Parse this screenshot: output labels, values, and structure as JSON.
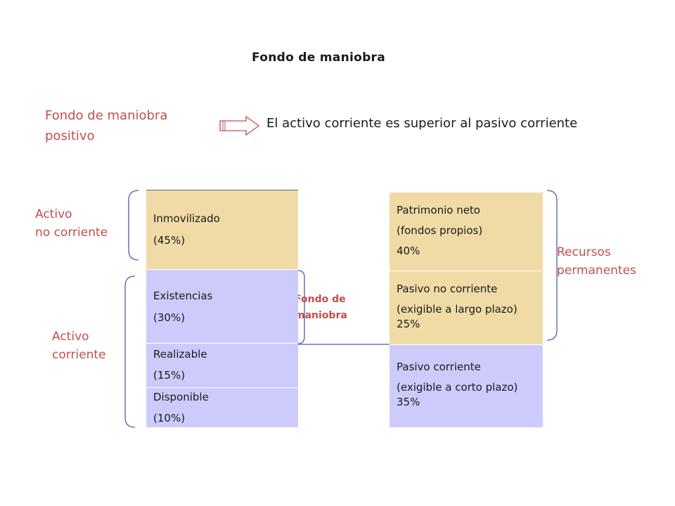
{
  "title": "Fondo de maniobra",
  "positive_label": "Fondo de maniobra\npositivo",
  "statement": "El activo corriente es superior al pasivo corriente",
  "left_side": {
    "activo_no_corriente": "Activo\nno corriente",
    "activo_corriente": "Activo\ncorriente"
  },
  "asset_blocks": [
    {
      "name": "Inmovilizado",
      "pct": "(45%)"
    },
    {
      "name": "Existencias",
      "pct": "(30%)"
    },
    {
      "name": "Realizable",
      "pct": "(15%)"
    },
    {
      "name": "Disponible",
      "pct": "(10%)"
    }
  ],
  "liability_blocks": [
    {
      "name": "Patrimonio neto",
      "detail": "(fondos propios)",
      "pct": "40%"
    },
    {
      "name": "Pasivo no corriente",
      "detail": "(exigible a largo plazo)",
      "pct": "25%"
    },
    {
      "name": "Pasivo corriente",
      "detail": "(exigible a corto plazo)",
      "pct": "35%"
    }
  ],
  "right_side": {
    "recursos_permanentes": "Recursos\npermanentes"
  },
  "fondo_label": "Fondo de\nmaniobra",
  "colors": {
    "accent_red": "#c0504d",
    "block_tan": "#f0dba6",
    "block_lavender": "#cccbfb",
    "bracket_blue": "#4f5fa8"
  }
}
